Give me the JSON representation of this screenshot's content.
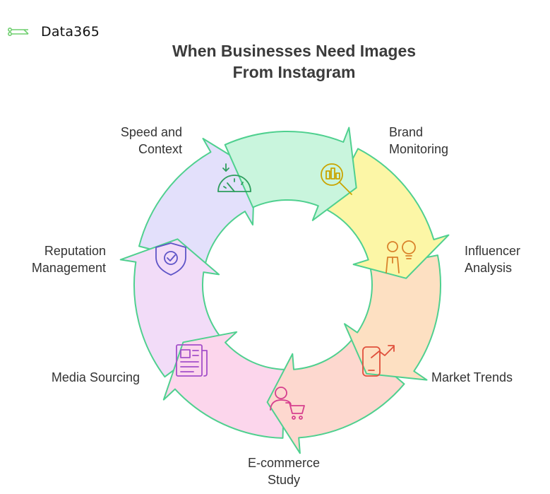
{
  "logo": {
    "text": "Data365",
    "accent": "#6fcf6f"
  },
  "title": {
    "line1": "When Businesses Need Images",
    "line2": "From Instagram"
  },
  "labels": {
    "speed": {
      "line1": "Speed and",
      "line2": "Context"
    },
    "brand": {
      "line1": "Brand",
      "line2": "Monitoring"
    },
    "influencer": {
      "line1": "Influencer",
      "line2": "Analysis"
    },
    "market": {
      "line1": "Market Trends"
    },
    "ecommerce": {
      "line1": "E-commerce",
      "line2": "Study"
    },
    "media": {
      "line1": "Media Sourcing"
    },
    "reputation": {
      "line1": "Reputation",
      "line2": "Management"
    }
  },
  "segments": [
    {
      "name": "speed-and-context",
      "fill": "#c9f5dd",
      "icon": "speedometer-icon",
      "icon_color": "#2e9e5e"
    },
    {
      "name": "brand-monitoring",
      "fill": "#fcf6a6",
      "icon": "magnifier-chart-icon",
      "icon_color": "#c9a400"
    },
    {
      "name": "influencer-analysis",
      "fill": "#fde0c2",
      "icon": "person-lightbulb-icon",
      "icon_color": "#d9822b"
    },
    {
      "name": "market-trends",
      "fill": "#fdd8cf",
      "icon": "phone-trend-icon",
      "icon_color": "#e0503c"
    },
    {
      "name": "ecommerce-study",
      "fill": "#fcd6ec",
      "icon": "shopper-cart-icon",
      "icon_color": "#d6408f"
    },
    {
      "name": "media-sourcing",
      "fill": "#f2dcf8",
      "icon": "newspaper-icon",
      "icon_color": "#a34fc9"
    },
    {
      "name": "reputation-management",
      "fill": "#e3e0fb",
      "icon": "shield-check-icon",
      "icon_color": "#5e54c7"
    }
  ],
  "stroke_color": "#4fd08f"
}
